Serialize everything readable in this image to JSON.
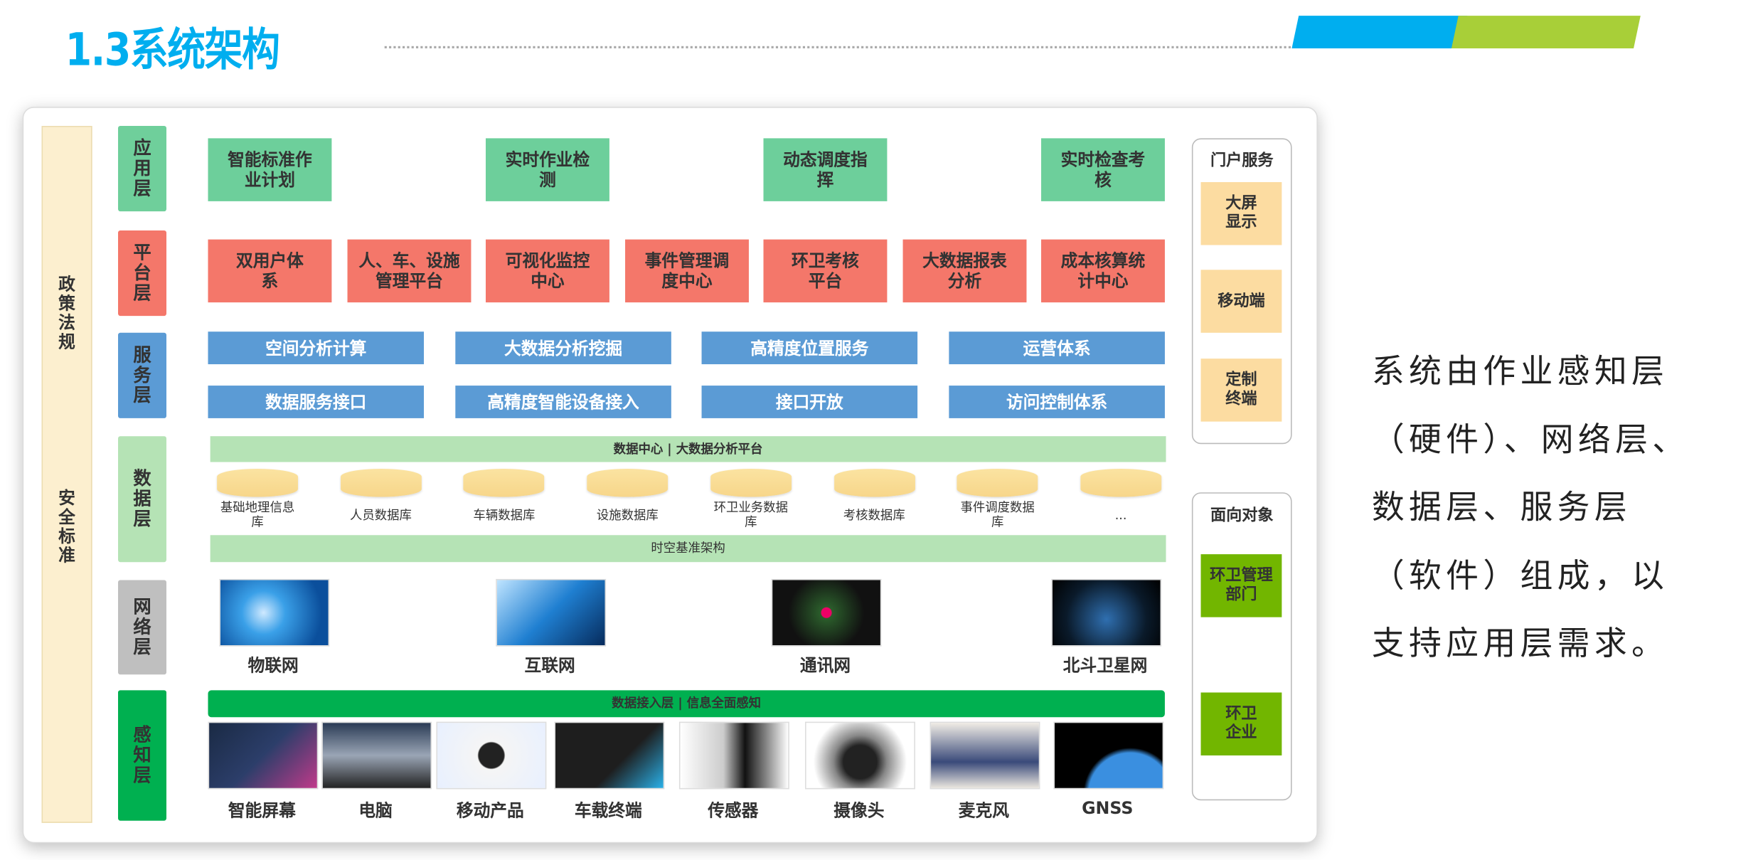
{
  "header": {
    "title": "1.3系统架构",
    "colors": {
      "title": "#00AEEF",
      "blue": "#00AEEF",
      "green": "#A8CF38"
    }
  },
  "left_column": {
    "top": "政策法规",
    "bottom": "安全标准"
  },
  "layers": {
    "application": {
      "label": "应用层",
      "items": [
        "智能标准作业计划",
        "实时作业检测",
        "动态调度指挥",
        "实时检查考核"
      ]
    },
    "platform": {
      "label": "平台层",
      "items": [
        "双用户体系",
        "人、车、设施管理平台",
        "可视化监控中心",
        "事件管理调度中心",
        "环卫考核平台",
        "大数据报表分析",
        "成本核算统计中心"
      ]
    },
    "service": {
      "label": "服务层",
      "row1": [
        "空间分析计算",
        "大数据分析挖掘",
        "高精度位置服务",
        "运营体系"
      ],
      "row2": [
        "数据服务接口",
        "高精度智能设备接入",
        "接口开放",
        "访问控制体系"
      ]
    },
    "data": {
      "label": "数据层",
      "top_bar": "数据中心 | 大数据分析平台",
      "databases": [
        "基础地理信息库",
        "人员数据库",
        "车辆数据库",
        "设施数据库",
        "环卫业务数据库",
        "考核数据库",
        "事件调度数据库",
        "..."
      ],
      "bottom_bar": "时空基准架构"
    },
    "network": {
      "label": "网络层",
      "items": [
        "物联网",
        "互联网",
        "通讯网",
        "北斗卫星网"
      ]
    },
    "perception": {
      "label": "感知层",
      "bar": "数据接入层 | 信息全面感知",
      "items": [
        "智能屏幕",
        "电脑",
        "移动产品",
        "车载终端",
        "传感器",
        "摄像头",
        "麦克风",
        "GNSS"
      ]
    }
  },
  "portal": {
    "title": "门户服务",
    "items": [
      "大屏显示",
      "移动端",
      "定制终端"
    ]
  },
  "audience": {
    "title": "面向对象",
    "items": [
      "环卫管理部门",
      "环卫企业"
    ]
  },
  "description": [
    "系统由作业感知层",
    "（硬件）、网络层、",
    "数据层、服务层",
    "（软件）组成，以",
    "支持应用层需求。"
  ]
}
